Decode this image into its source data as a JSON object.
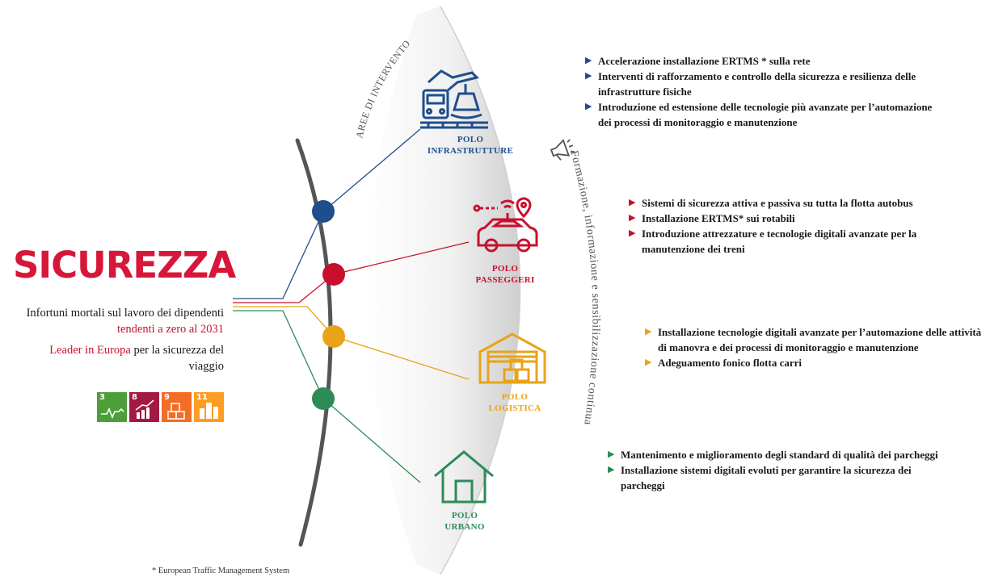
{
  "title": "SICUREZZA",
  "subtitle": {
    "line1": "Infortuni mortali sul lavoro dei dipendenti",
    "line2_red": "tendenti a zero al 2031",
    "line3_red": "Leader in Europa",
    "line3_rest": " per la sicurezza del",
    "line4": "viaggio"
  },
  "sdg": [
    {
      "num": "3",
      "color": "#4c9f38",
      "icon": "heartbeat-icon"
    },
    {
      "num": "8",
      "color": "#a21942",
      "icon": "growth-chart-icon"
    },
    {
      "num": "9",
      "color": "#f36d25",
      "icon": "industry-cubes-icon"
    },
    {
      "num": "11",
      "color": "#fd9d24",
      "icon": "city-buildings-icon"
    }
  ],
  "arc_labels": {
    "top": "AREE DI INTERVENTO",
    "side": "Formazione, informazione e sensibilizzazione continua"
  },
  "colors": {
    "infrastrutture": "#1f4e8c",
    "passeggeri": "#c8102e",
    "logistica": "#e8a317",
    "urbano": "#2e8b57",
    "title": "#d6173a"
  },
  "poli": [
    {
      "key": "infrastrutture",
      "name_line1": "POLO",
      "name_line2": "INFRASTRUTTURE",
      "icon": "transport-modes-icon",
      "bullets": [
        "Accelerazione installazione ERTMS * sulla rete",
        "Interventi di rafforzamento e controllo della sicurezza e resilienza delle infrastrutture fisiche",
        "Introduzione ed estensione delle tecnologie più avanzate per l’automazione dei processi di monitoraggio e manutenzione"
      ]
    },
    {
      "key": "passeggeri",
      "name_line1": "POLO",
      "name_line2": "PASSEGGERI",
      "icon": "connected-car-icon",
      "bullets": [
        "Sistemi di sicurezza attiva e passiva su tutta la flotta autobus",
        "Installazione ERTMS* sui rotabili",
        "Introduzione attrezzature e tecnologie digitali avanzate per la manutenzione dei treni"
      ]
    },
    {
      "key": "logistica",
      "name_line1": "POLO",
      "name_line2": "LOGISTICA",
      "icon": "warehouse-icon",
      "bullets": [
        "Installazione tecnologie digitali avanzate per l’automazione delle attività di manovra e dei processi di monitoraggio e manutenzione",
        "Adeguamento fonico flotta carri"
      ]
    },
    {
      "key": "urbano",
      "name_line1": "POLO",
      "name_line2": "URBANO",
      "icon": "house-icon",
      "bullets": [
        "Mantenimento e miglioramento degli standard di qualità dei parcheggi",
        "Installazione sistemi digitali evoluti per garantire la sicurezza dei parcheggi"
      ]
    }
  ],
  "footnote": "* European Traffic Management System"
}
